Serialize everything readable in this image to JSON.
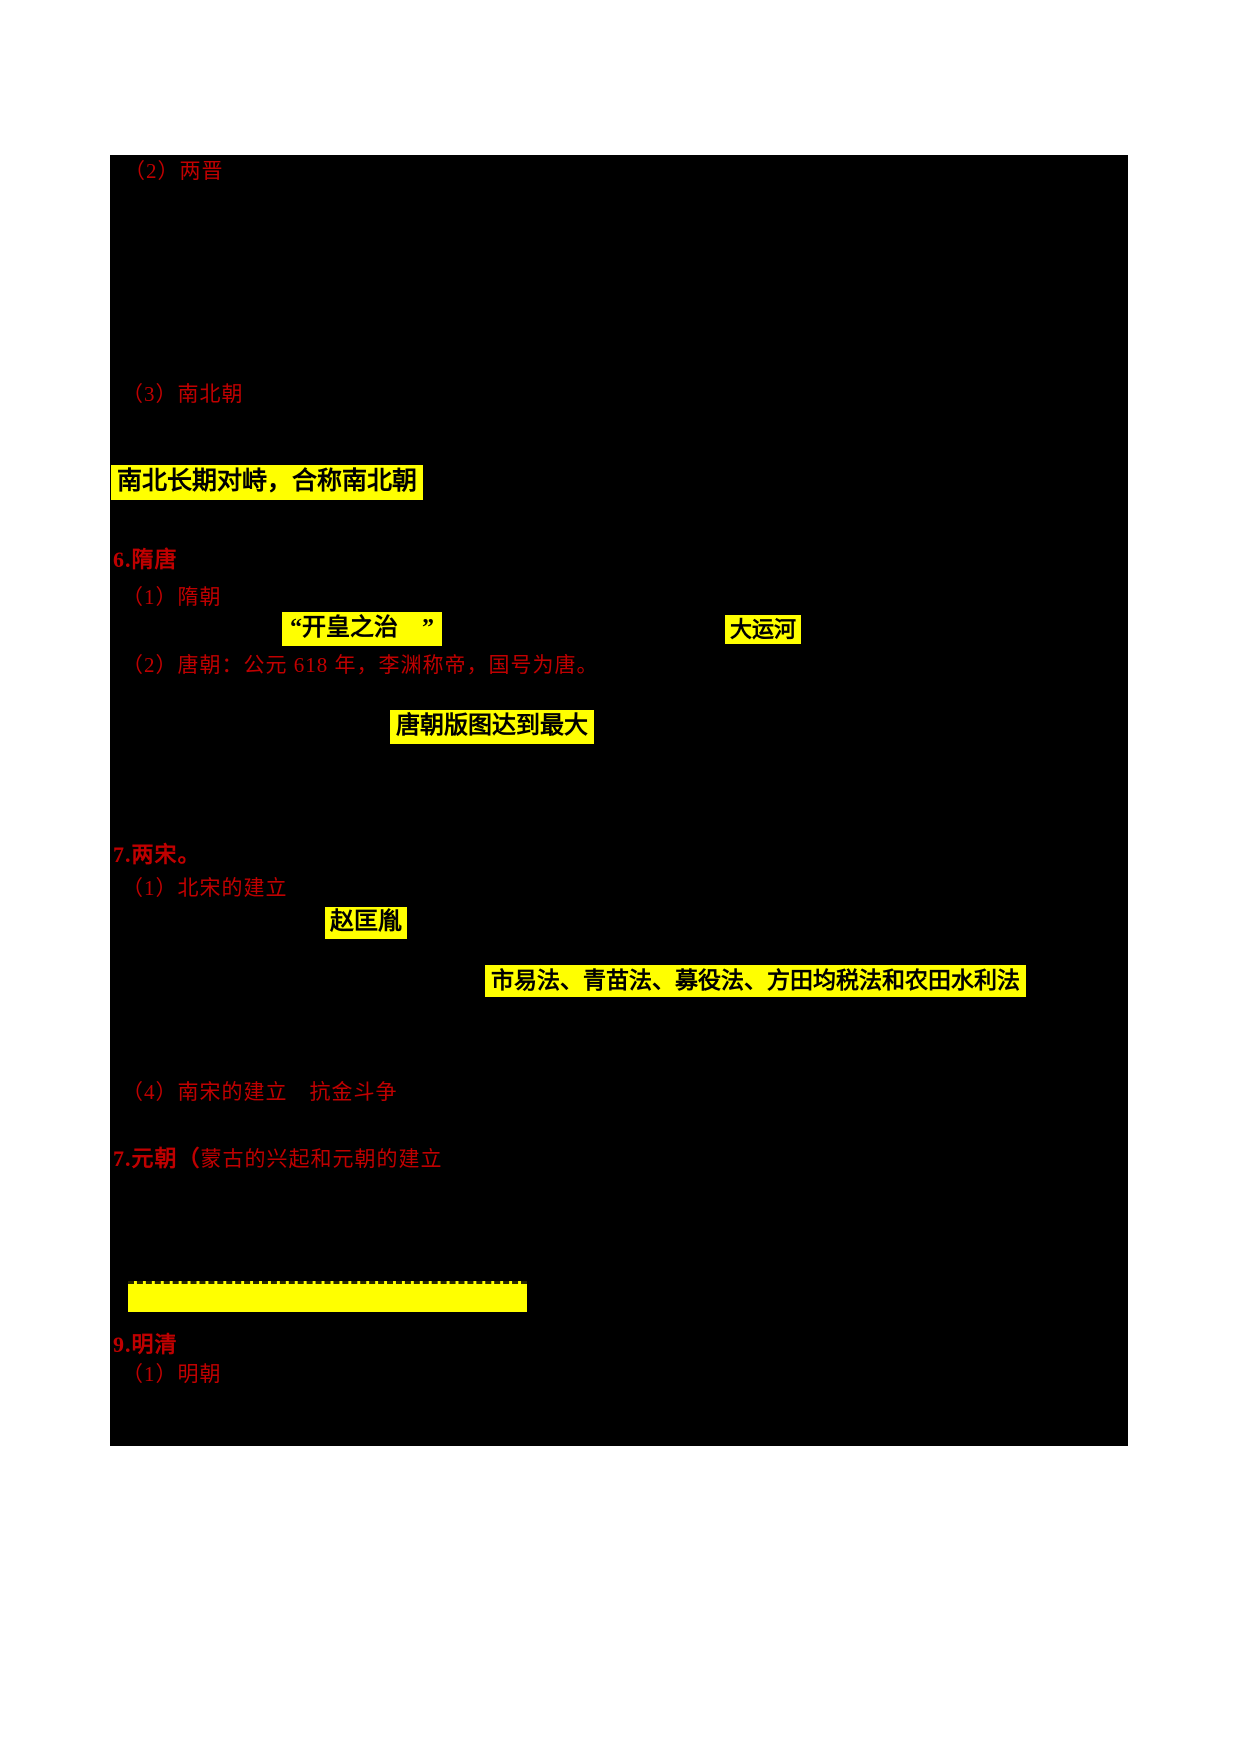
{
  "colors": {
    "page_bg": "#ffffff",
    "block_bg": "#000000",
    "red": "#c00000",
    "yellow": "#ffff00"
  },
  "content": {
    "jin_heading": "（2）两晋",
    "nanbeichao_heading": "（3）南北朝",
    "nanbeichao_highlight": "南北长期对峙，合称南北朝",
    "suitang_heading": "6.隋唐",
    "sui_subheading": "（1）隋朝",
    "kaihuang_highlight": "“开皇之治　”",
    "dayunhe_highlight": "大运河",
    "tang_line": "（2）唐朝：公元 618 年，李渊称帝，国号为唐。",
    "tang_map_highlight": "唐朝版图达到最大",
    "liangsong_heading": "7.两宋。",
    "beisong_subheading": "（1）北宋的建立",
    "zhaokuangyin_highlight": "赵匡胤",
    "reforms_highlight": "市易法、青苗法、募役法、方田均税法和农田水利法",
    "nansong_line": "（4）南宋的建立　抗金斗争",
    "yuan_heading_bold": "7.元朝（",
    "yuan_heading_rest": "蒙古的兴起和元朝的建立",
    "mingqing_heading": "9.明清",
    "ming_subheading": "（1）明朝"
  }
}
